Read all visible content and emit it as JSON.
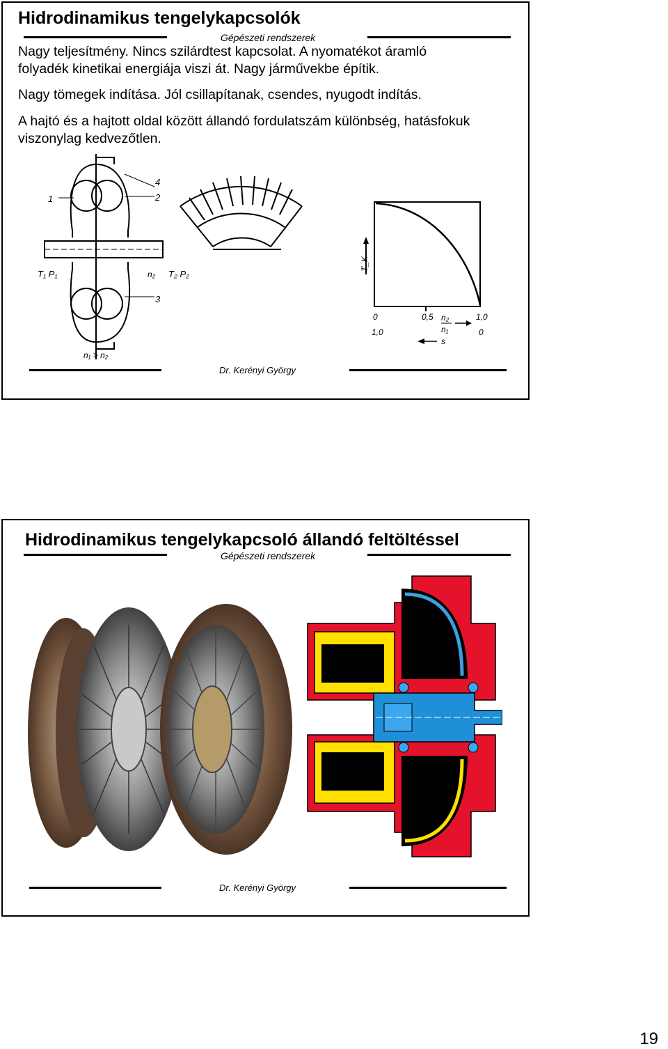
{
  "slide1": {
    "title": "Hidrodinamikus tengelykapcsolók",
    "subtitle": "Gépészeti rendszerek",
    "lines": [
      "Nagy teljesítmény. Nincs szilárdtest kapcsolat. A nyomatékot áramló",
      "folyadék kinetikai energiája viszi át. Nagy járművekbe építik.",
      "Nagy tömegek indítása. Jól csillapítanak, csendes, nyugodt indítás.",
      "A hajtó és a hajtott oldal között állandó fordulatszám különbség, hatásfokuk",
      "viszonylag kedvezőtlen."
    ],
    "footer": "Dr. Kerényi György",
    "diagram_labels": {
      "l1": "1",
      "l2": "2",
      "l3": "3",
      "l4": "4",
      "t1p1": "T₁ P₁",
      "n2": "n₂",
      "t2p2": "T₂ P₂",
      "n1n2": "n₁ > n₂"
    },
    "graph_labels": {
      "ylabel": "T_K",
      "x0": "0",
      "x05": "0,5",
      "x10": "1,0",
      "ratio_num": "n₂",
      "ratio_den": "n₁",
      "s10": "1,0",
      "s0": "0",
      "s": "s"
    }
  },
  "slide2": {
    "title": "Hidrodinamikus tengelykapcsoló állandó feltöltéssel",
    "subtitle": "Gépészeti rendszerek",
    "footer": "Dr. Kerényi György"
  },
  "page_number": "19"
}
